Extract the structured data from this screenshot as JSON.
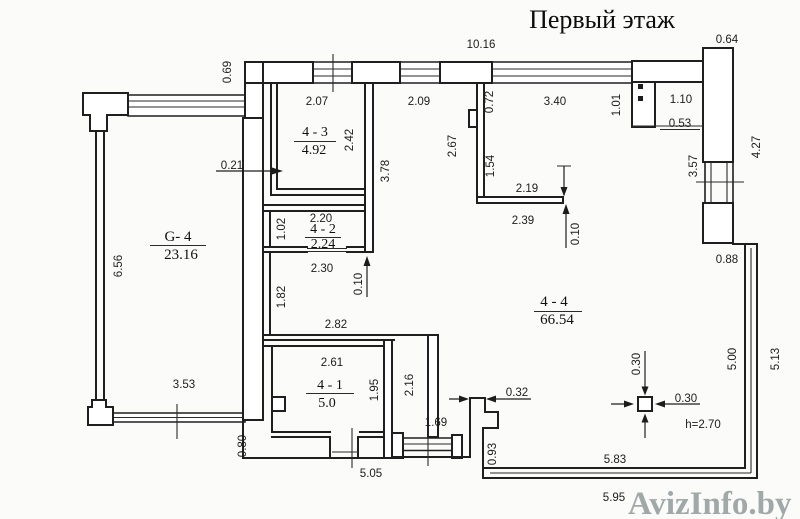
{
  "title": "Первый этаж",
  "watermark": "AvizInfo.by",
  "plan": {
    "type": "floor-plan",
    "ceiling_height": "h=2.70",
    "rooms": [
      {
        "label": "G- 4",
        "area": "23.16"
      },
      {
        "label": "4 - 3",
        "area": "4.92"
      },
      {
        "label": "4 - 2",
        "area": "2.24"
      },
      {
        "label": "4 - 1",
        "area": "5.0"
      },
      {
        "label": "4 - 4",
        "area": "66.54"
      }
    ]
  },
  "dims": [
    "0.69",
    "10.16",
    "2.07",
    "2.42",
    "0.21",
    "2.09",
    "3.78",
    "2.67",
    "0.72",
    "3.40",
    "1.54",
    "2.19",
    "2.39",
    "0.10",
    "1.01",
    "1.10",
    "0.53",
    "0.64",
    "4.27",
    "3.57",
    "0.88",
    "5.00",
    "5.13",
    "1.02",
    "2.20",
    "2.30",
    "1.82",
    "0.10",
    "2.82",
    "6.56",
    "3.53",
    "2.61",
    "1.95",
    "2.16",
    "5.05",
    "0.80",
    "1.69",
    "0.93",
    "0.32",
    "0.30",
    "0.30",
    "5.83",
    "5.95"
  ],
  "colors": {
    "line": "#1f1f1f",
    "paper": "#fbfbfa",
    "watermark": "#97a0a0"
  }
}
